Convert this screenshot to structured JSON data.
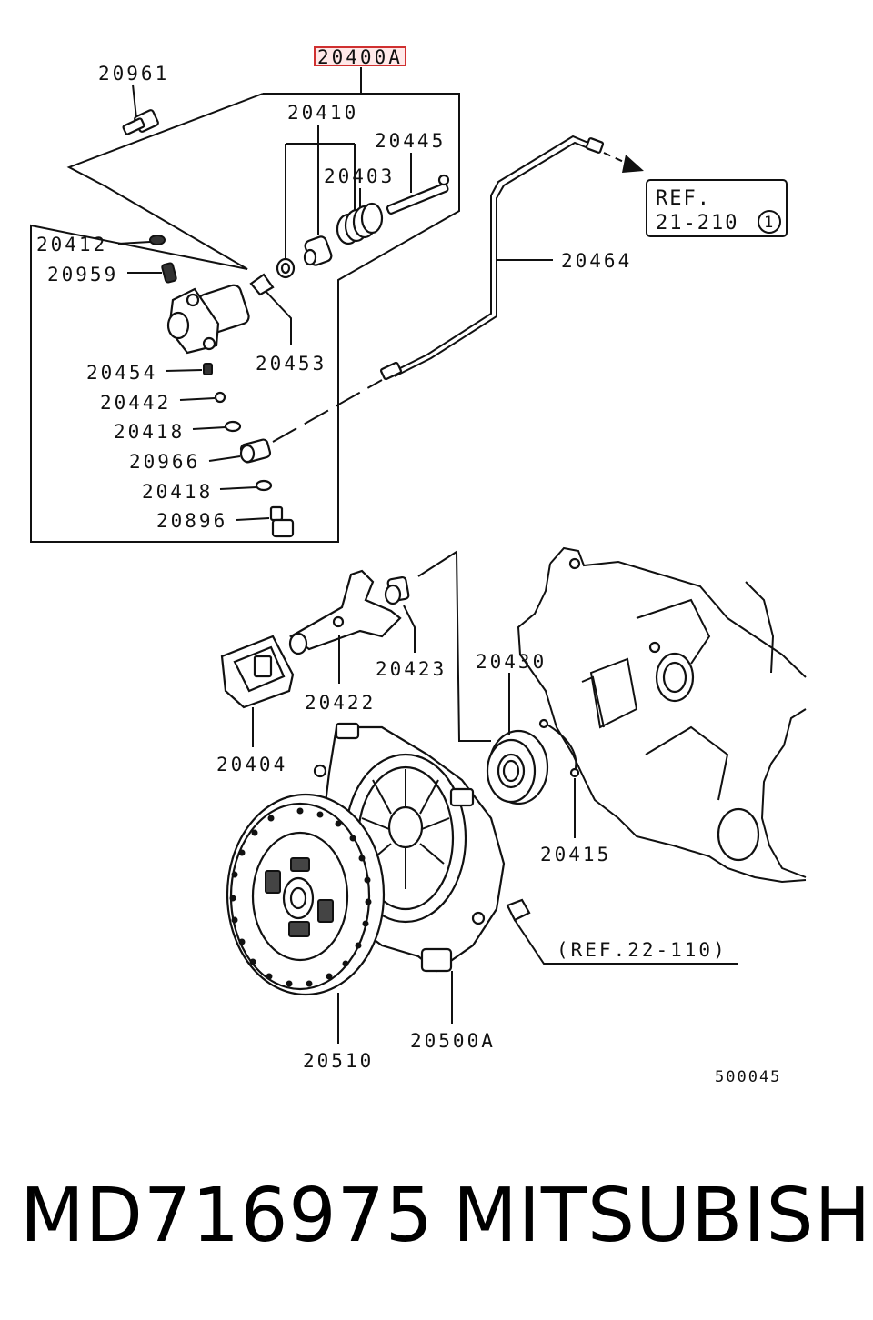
{
  "diagram": {
    "assembly_label": "20400A",
    "labels": {
      "p20961": "20961",
      "p20410": "20410",
      "p20445": "20445",
      "p20403": "20403",
      "p20412": "20412",
      "p20959": "20959",
      "p20453": "20453",
      "p20454": "20454",
      "p20442": "20442",
      "p20418a": "20418",
      "p20966": "20966",
      "p20418b": "20418",
      "p20896": "20896",
      "p20464": "20464",
      "p20423": "20423",
      "p20422": "20422",
      "p20430": "20430",
      "p20404": "20404",
      "p20415": "20415",
      "p20510": "20510",
      "p20500A": "20500A"
    },
    "ref_box": {
      "line1": "REF.",
      "line2": "21-210",
      "circle": "1"
    },
    "ref_note": "(REF.22-110)",
    "figure_code": "500045"
  },
  "footer": {
    "part_number": "MD716975",
    "brand": "MITSUBISHI"
  }
}
